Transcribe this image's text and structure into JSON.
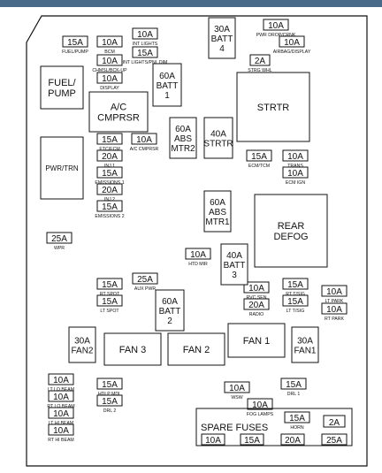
{
  "title": "",
  "fuses": [
    {
      "id": "f1",
      "rating": "15A",
      "label": "FUEL/PUMP"
    },
    {
      "id": "f2",
      "rating": "10A",
      "label": "BCM"
    },
    {
      "id": "f3",
      "rating": "10A",
      "label": "INT LIGHTS"
    },
    {
      "id": "f4",
      "rating": "15A",
      "label": "INT LIGHTS/PNL DIM"
    },
    {
      "id": "f5",
      "rating": "10A",
      "label": "CHMSL/BCK-UP"
    },
    {
      "id": "f6",
      "rating": "10A",
      "label": "DISPLAY"
    },
    {
      "id": "f7",
      "rating": "10A",
      "label": "PWR DROP/CRNK"
    },
    {
      "id": "f8",
      "rating": "10A",
      "label": "AIRBAG/DISPLAY"
    },
    {
      "id": "f9",
      "rating": "2A",
      "label": "STRG WHL"
    },
    {
      "id": "f10",
      "rating": "15A",
      "label": "ETC/ECM"
    },
    {
      "id": "f11",
      "rating": "10A",
      "label": "A/C CMPRSR"
    },
    {
      "id": "f12",
      "rating": "20A",
      "label": "INJ 1"
    },
    {
      "id": "f13",
      "rating": "15A",
      "label": "EMISSIONS 1"
    },
    {
      "id": "f14",
      "rating": "20A",
      "label": "INJ 2"
    },
    {
      "id": "f15",
      "rating": "15A",
      "label": "EMISSIONS 2"
    },
    {
      "id": "f16",
      "rating": "15A",
      "label": "ECM/TCM"
    },
    {
      "id": "f17",
      "rating": "10A",
      "label": "TRANS"
    },
    {
      "id": "f18",
      "rating": "10A",
      "label": "ECM IGN"
    },
    {
      "id": "f19",
      "rating": "25A",
      "label": "WPR"
    },
    {
      "id": "f20",
      "rating": "10A",
      "label": "HTD MIR"
    },
    {
      "id": "f21",
      "rating": "15A",
      "label": "RT SPOT"
    },
    {
      "id": "f22",
      "rating": "25A",
      "label": "AUX PWR"
    },
    {
      "id": "f23",
      "rating": "15A",
      "label": "LT SPOT"
    },
    {
      "id": "f24",
      "rating": "10A",
      "label": "RVC SEN"
    },
    {
      "id": "f25",
      "rating": "20A",
      "label": "RADIO"
    },
    {
      "id": "f26",
      "rating": "15A",
      "label": "RT T/SIG"
    },
    {
      "id": "f27",
      "rating": "15A",
      "label": "LT T/SIG"
    },
    {
      "id": "f28",
      "rating": "10A",
      "label": "LT PARK"
    },
    {
      "id": "f29",
      "rating": "10A",
      "label": "RT PARK"
    },
    {
      "id": "f30",
      "rating": "10A",
      "label": "LT LO BEAM"
    },
    {
      "id": "f31",
      "rating": "10A",
      "label": "RT LO BEAM"
    },
    {
      "id": "f32",
      "rating": "10A",
      "label": "LT HI BEAM"
    },
    {
      "id": "f33",
      "rating": "10A",
      "label": "RT HI BEAM"
    },
    {
      "id": "f34",
      "rating": "15A",
      "label": "HDLP MDL"
    },
    {
      "id": "f35",
      "rating": "15A",
      "label": "DRL 2"
    },
    {
      "id": "f36",
      "rating": "10A",
      "label": "WSW"
    },
    {
      "id": "f37",
      "rating": "10A",
      "label": "FOG LAMPS"
    },
    {
      "id": "f38",
      "rating": "15A",
      "label": "DRL 1"
    },
    {
      "id": "f39",
      "rating": "15A",
      "label": "HORN"
    }
  ],
  "maxi_fuses": [
    {
      "id": "m1",
      "lines": [
        "30A",
        "BATT",
        "4"
      ]
    },
    {
      "id": "m2",
      "lines": [
        "60A",
        "BATT",
        "1"
      ]
    },
    {
      "id": "m3",
      "lines": [
        "60A",
        "ABS",
        "MTR2"
      ]
    },
    {
      "id": "m4",
      "lines": [
        "40A",
        "STRTR"
      ]
    },
    {
      "id": "m5",
      "lines": [
        "60A",
        "ABS",
        "MTR1"
      ]
    },
    {
      "id": "m6",
      "lines": [
        "40A",
        "BATT",
        "3"
      ]
    },
    {
      "id": "m7",
      "lines": [
        "60A",
        "BATT",
        "2"
      ]
    },
    {
      "id": "m8",
      "lines": [
        "30A",
        "FAN2"
      ]
    },
    {
      "id": "m9",
      "lines": [
        "30A",
        "FAN1"
      ]
    }
  ],
  "relays": [
    {
      "id": "r1",
      "lines": [
        "FUEL/",
        "PUMP"
      ]
    },
    {
      "id": "r2",
      "lines": [
        "A/C",
        "CMPRSR"
      ]
    },
    {
      "id": "r3",
      "lines": [
        "STRTR"
      ]
    },
    {
      "id": "r4",
      "lines": [
        "PWR/TRN"
      ]
    },
    {
      "id": "r5",
      "lines": [
        "REAR",
        "DEFOG"
      ]
    },
    {
      "id": "r6",
      "lines": [
        "FAN 3"
      ]
    },
    {
      "id": "r7",
      "lines": [
        "FAN 2"
      ]
    },
    {
      "id": "r8",
      "lines": [
        "FAN 1"
      ]
    }
  ],
  "spare_fuses": {
    "title": "SPARE FUSES",
    "values": [
      "10A",
      "15A",
      "20A",
      "25A",
      "2A"
    ]
  }
}
